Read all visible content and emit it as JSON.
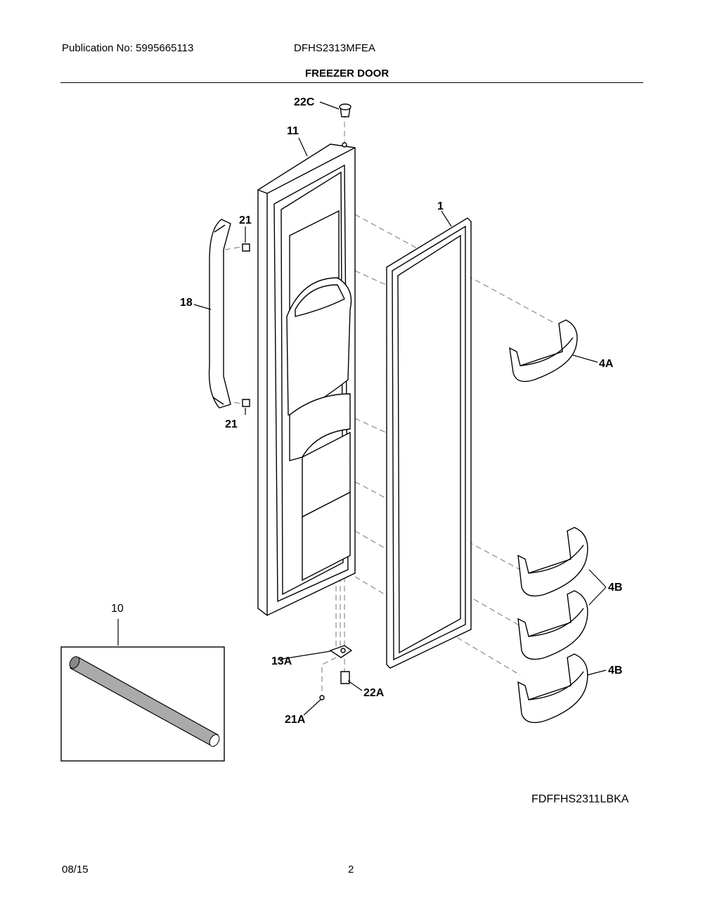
{
  "header": {
    "publication": "Publication No: 5995665113",
    "model": "DFHS2313MFEA",
    "section_title": "FREEZER DOOR"
  },
  "callouts": {
    "door_cap": "22C",
    "door_outer": "11",
    "gasket": "1",
    "screw_top": "21",
    "handle": "18",
    "screw_bottom": "21",
    "bin_4a": "4A",
    "bin_4b_pair": "4B",
    "bin_4b_single": "4B",
    "tube": "10",
    "hinge": "13A",
    "bushing": "22A",
    "screw_hinge": "21A"
  },
  "footer": {
    "figure_code": "FDFFHS2311LBKA",
    "date": "08/15",
    "page_number": "2"
  }
}
